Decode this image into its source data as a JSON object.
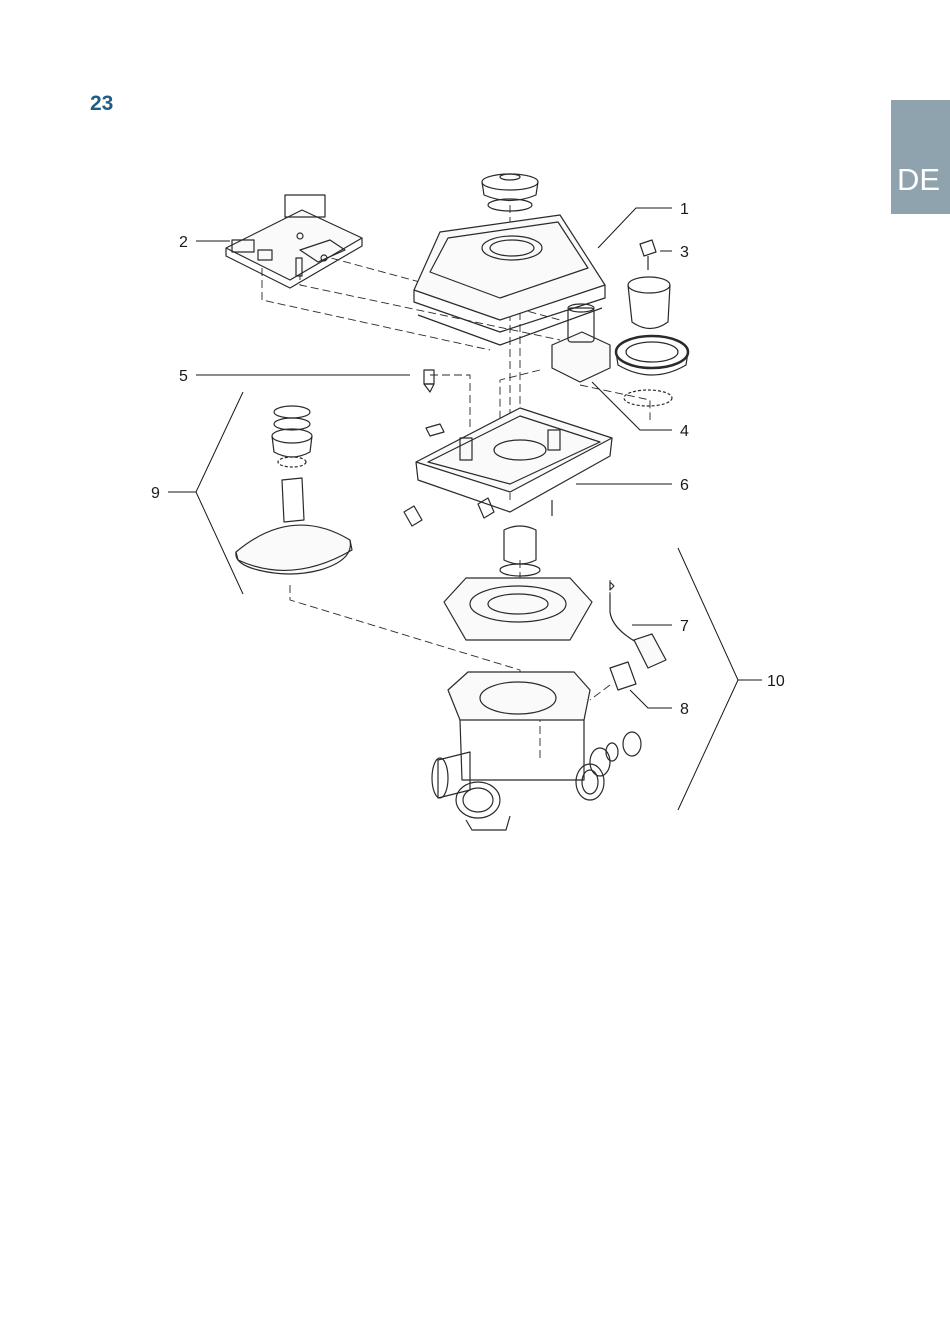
{
  "page": {
    "number": "23",
    "language_tab": "DE"
  },
  "diagram": {
    "labels": [
      "1",
      "2",
      "3",
      "4",
      "5",
      "6",
      "7",
      "8",
      "9",
      "10"
    ]
  }
}
